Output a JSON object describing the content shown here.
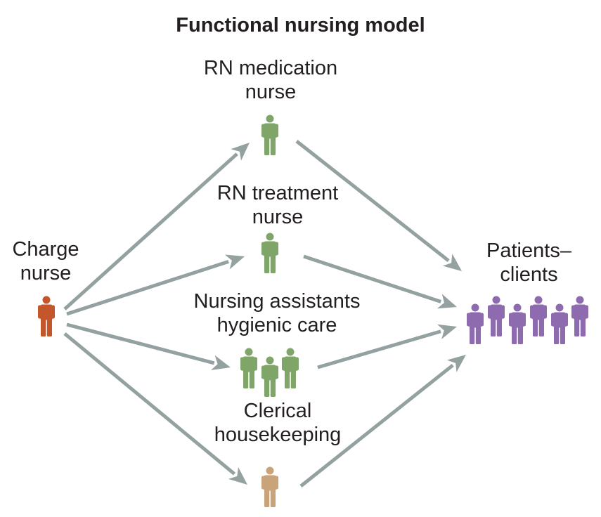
{
  "title": "Functional nursing model",
  "colors": {
    "charge_nurse": "#c4562b",
    "rn_staff": "#7fa568",
    "nursing_assistants": "#7fa568",
    "clerical": "#c9a37a",
    "patients": "#8e6aae",
    "arrow": "#94a1a1"
  },
  "nodes": {
    "charge": {
      "line1": "Charge",
      "line2": "nurse"
    },
    "rn_medication": {
      "line1": "RN medication",
      "line2": "nurse"
    },
    "rn_treatment": {
      "line1": "RN treatment",
      "line2": "nurse"
    },
    "assistants": {
      "line1": "Nursing assistants",
      "line2": "hygienic care"
    },
    "clerical": {
      "line1": "Clerical",
      "line2": "housekeeping"
    },
    "patients": {
      "line1": "Patients–",
      "line2": "clients"
    }
  },
  "icons": {
    "person": "person-icon",
    "arrow": "arrow-icon"
  }
}
